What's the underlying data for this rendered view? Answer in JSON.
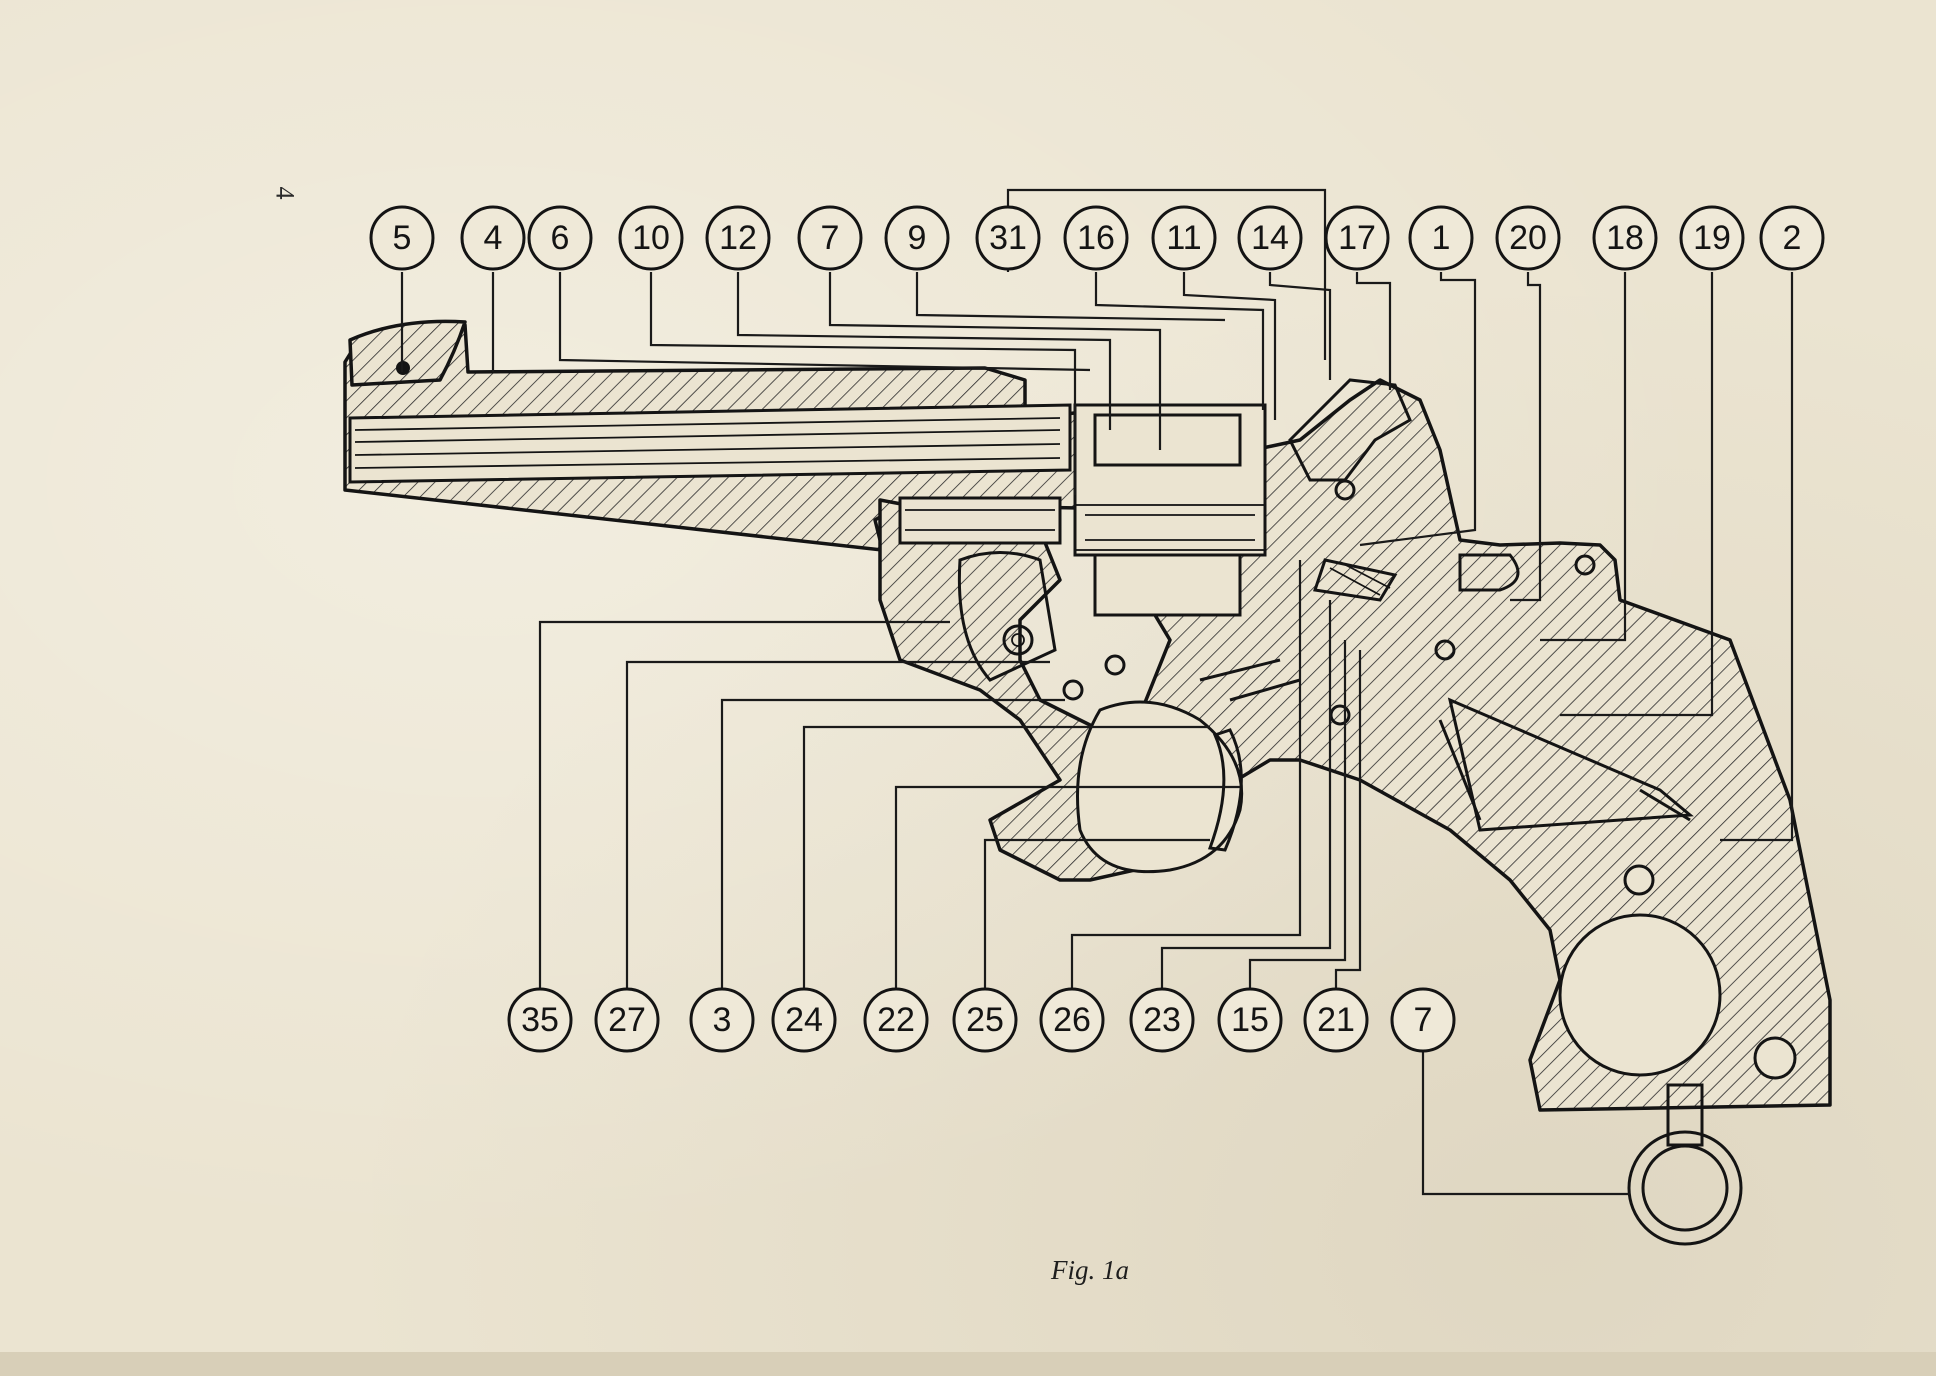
{
  "page": {
    "number": "4",
    "caption": "Fig. 1a"
  },
  "callouts_top": [
    "5",
    "4",
    "6",
    "10",
    "12",
    "7",
    "9",
    "31",
    "16",
    "11",
    "14",
    "17",
    "1",
    "20",
    "18",
    "19",
    "2"
  ],
  "callouts_bottom": [
    "35",
    "27",
    "3",
    "24",
    "22",
    "25",
    "26",
    "23",
    "15",
    "21",
    "7"
  ],
  "colors": {
    "paper": "#ebe4d1",
    "ink": "#141414"
  }
}
